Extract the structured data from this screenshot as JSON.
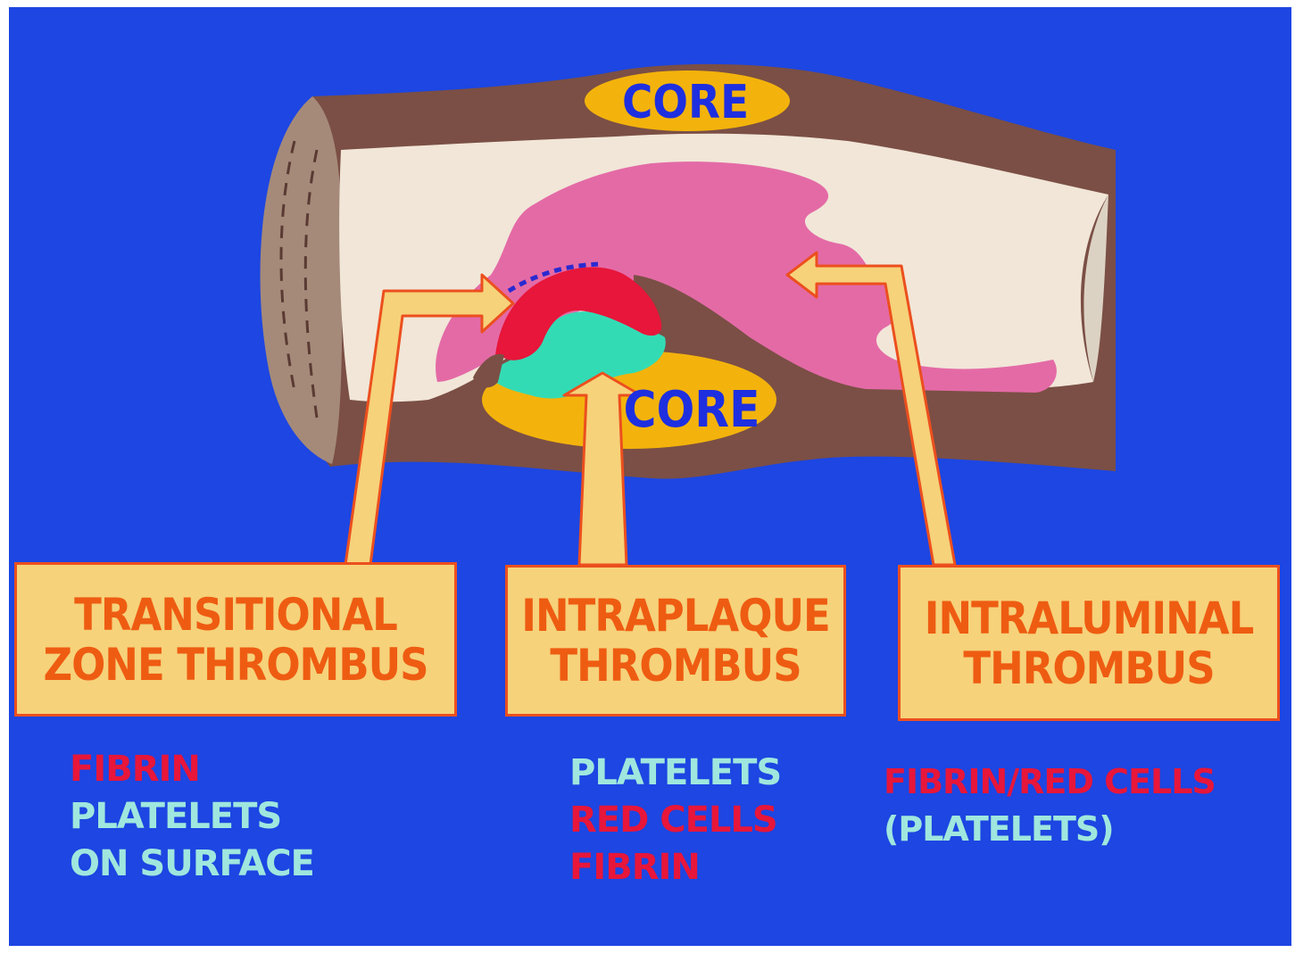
{
  "diagram": {
    "core_top_label": "CORE",
    "core_bottom_label": "CORE",
    "boxes": [
      {
        "line1": "TRANSITIONAL",
        "line2": "ZONE THROMBUS"
      },
      {
        "line1": "INTRAPLAQUE",
        "line2": "THROMBUS"
      },
      {
        "line1": "INTRALUMINAL",
        "line2": "THROMBUS"
      }
    ],
    "legend_left": [
      "FIBRIN",
      "PLATELETS",
      "ON SURFACE"
    ],
    "legend_middle": [
      "PLATELETS",
      "RED CELLS",
      "FIBRIN"
    ],
    "legend_right": [
      "FIBRIN/RED CELLS",
      "(PLATELETS)"
    ]
  },
  "colors": {
    "background": "#1d46e2",
    "vessel_wall": "#7b4f45",
    "lumen": "#f1e6d8",
    "plaque_pink": "#e46aa6",
    "core_yellow": "#f3b30c",
    "fibrin_red": "#e7163a",
    "platelets_cyan": "#33dbb5",
    "label_orange": "#ee5c12",
    "box_fill": "#f6d27a"
  }
}
